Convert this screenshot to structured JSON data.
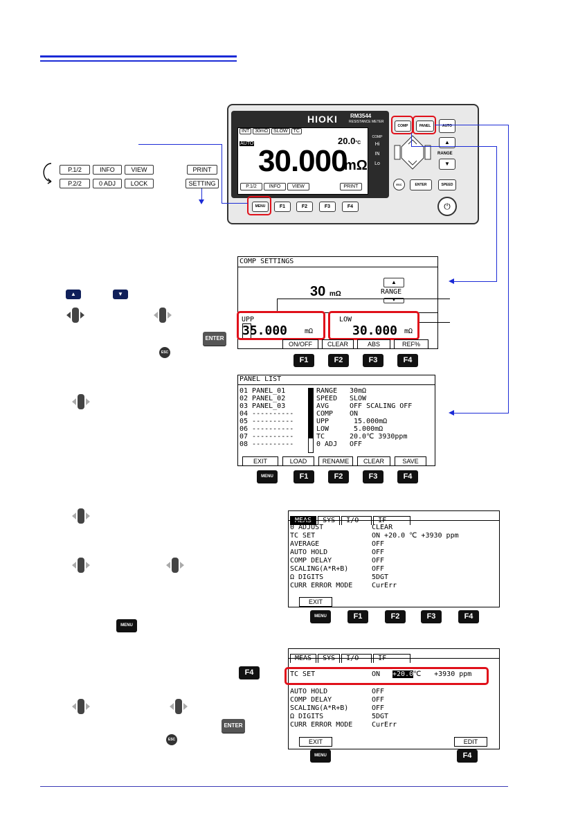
{
  "device": {
    "brand": "HIOKI",
    "model": "RM3544",
    "subtitle": "RESISTANCE METER",
    "status": [
      "INT",
      "30mΩ",
      "SLOW",
      "TC"
    ],
    "auto": "AUTO",
    "temp": "20.0",
    "temp_unit": "°C",
    "reading": "30.000",
    "unit": "mΩ",
    "comp_label": "COMP",
    "comp_hi": "Hi",
    "comp_in": "IN",
    "comp_lo": "Lo",
    "softkeys": [
      "P.1/2",
      "INFO",
      "VIEW",
      "PRINT"
    ],
    "buttons": {
      "comp": "COMP",
      "panel": "PANEL",
      "auto": "AUTO",
      "range": "RANGE",
      "esc": "ESC",
      "enter": "ENTER",
      "speed": "SPEED",
      "menu": "MENU",
      "f1": "F1",
      "f2": "F2",
      "f3": "F3",
      "f4": "F4"
    }
  },
  "legend": {
    "row1": [
      "P.1/2",
      "INFO",
      "VIEW",
      "PRINT"
    ],
    "row2": [
      "P.2/2",
      "0 ADJ",
      "LOCK",
      "SETTING"
    ]
  },
  "comp": {
    "title": "COMP SETTINGS",
    "range_val": "30",
    "range_unit": "mΩ",
    "range_label": "RANGE",
    "upp_label": "UPP",
    "upp_value": "35.000",
    "upp_unit": "mΩ",
    "low_label": "LOW",
    "low_value": "30.000",
    "low_unit": "mΩ",
    "softkeys": [
      "ON/OFF",
      "CLEAR",
      "ABS",
      "REF%"
    ],
    "keys": [
      "F1",
      "F2",
      "F3",
      "F4"
    ]
  },
  "panel": {
    "title": "PANEL LIST",
    "items": [
      "01 PANEL_01",
      "02 PANEL_02",
      "03 PANEL_03",
      "04 ----------",
      "05 ----------",
      "06 ----------",
      "07 ----------",
      "08 ----------"
    ],
    "detail": [
      [
        "RANGE",
        "30mΩ"
      ],
      [
        "SPEED",
        "SLOW"
      ],
      [
        "AVG",
        "OFF  SCALING OFF"
      ],
      [
        "COMP",
        "ON"
      ],
      [
        " UPP",
        "  15.000mΩ"
      ],
      [
        " LOW",
        "   5.000mΩ"
      ],
      [
        "TC",
        "20.0℃  3930ppm"
      ],
      [
        "0 ADJ",
        "OFF"
      ]
    ],
    "softkeys": [
      "EXIT",
      "LOAD",
      "RENAME",
      "CLEAR",
      "SAVE"
    ],
    "keys": [
      "MENU",
      "F1",
      "F2",
      "F3",
      "F4"
    ]
  },
  "meas": {
    "tabs": [
      "MEAS",
      "SYS",
      "I/O",
      "IF"
    ],
    "rows": [
      [
        "0 ADJUST",
        "CLEAR"
      ],
      [
        "TC SET",
        "ON   +20.0 ℃   +3930 ppm"
      ],
      [
        "AVERAGE",
        "OFF"
      ],
      [
        "AUTO HOLD",
        "OFF"
      ],
      [
        "COMP DELAY",
        "OFF"
      ],
      [
        "SCALING(A*R+B)",
        "OFF"
      ],
      [
        "Ω DIGITS",
        "5DGT"
      ],
      [
        "CURR ERROR MODE",
        "CurErr"
      ]
    ],
    "exit": "EXIT",
    "keys": [
      "MENU",
      "F1",
      "F2",
      "F3",
      "F4"
    ]
  },
  "meas2": {
    "tabs": [
      "MEAS",
      "SYS",
      "I/O",
      "IF"
    ],
    "tc_label": "TC SET",
    "tc_on": "ON",
    "tc_temp": "+20.0",
    "tc_unit": "℃",
    "tc_ppm": "+3930 ppm",
    "rows": [
      [
        "AUTO HOLD",
        "OFF"
      ],
      [
        "COMP DELAY",
        "OFF"
      ],
      [
        "SCALING(A*R+B)",
        "OFF"
      ],
      [
        "Ω DIGITS",
        "5DGT"
      ],
      [
        "CURR ERROR MODE",
        "CurErr"
      ]
    ],
    "exit": "EXIT",
    "edit": "EDIT",
    "keys": [
      "MENU",
      "F4"
    ]
  },
  "chips": {
    "enter": "ENTER",
    "esc": "ESC",
    "menu": "MENU",
    "f4": "F4"
  }
}
